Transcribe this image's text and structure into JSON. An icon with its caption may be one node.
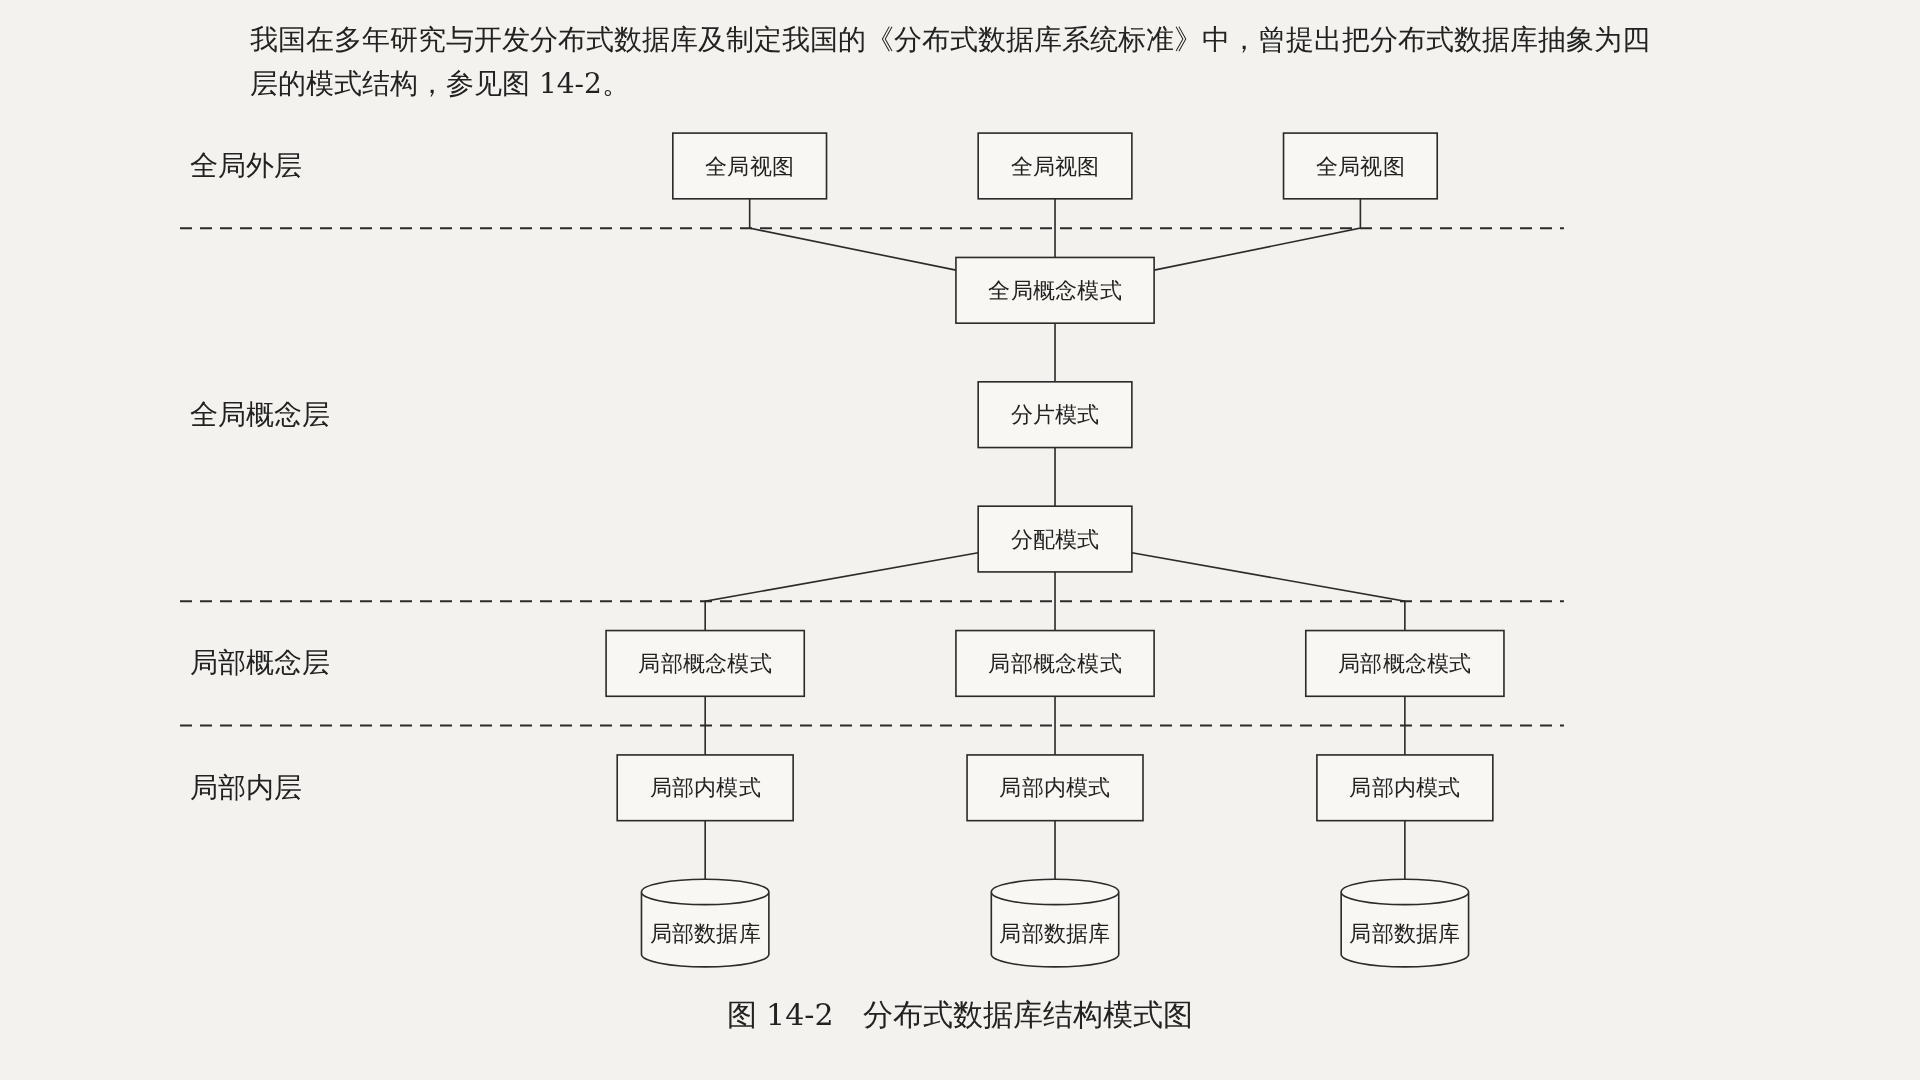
{
  "diagram": {
    "caption": "图 14-2　分布式数据库结构模式图",
    "nodes": [
      {
        "text": [
          "全局视图"
        ]
      },
      {
        "text": [
          "全局视图"
        ]
      },
      {
        "text": [
          "全局视图"
        ]
      },
      {
        "text": [
          "全局概念模式"
        ]
      },
      {
        "text": [
          "分片模式"
        ]
      },
      {
        "text": [
          "分配模式"
        ]
      },
      {
        "text": [
          "局部概念模式"
        ]
      },
      {
        "text": [
          "局部概念模式"
        ]
      },
      {
        "text": [
          "局部概念模式"
        ]
      },
      {
        "text": [
          "局部内模式"
        ]
      },
      {
        "text": [
          "局部内模式"
        ]
      },
      {
        "text": [
          "局部内模式"
        ]
      },
      {
        "text": [
          "局部数据库"
        ]
      },
      {
        "text": [
          "局部数据库"
        ]
      },
      {
        "text": [
          "局部数据库"
        ]
      }
    ],
    "edges": [
      {
        "from": 0,
        "to": 3,
        "arrow": "none"
      },
      {
        "from": 1,
        "to": 3,
        "arrow": "none"
      },
      {
        "from": 2,
        "to": 3,
        "arrow": "none"
      },
      {
        "from": 3,
        "to": 4,
        "arrow": "none"
      },
      {
        "from": 4,
        "to": 5,
        "arrow": "none"
      },
      {
        "from": 5,
        "to": 6,
        "arrow": "none"
      },
      {
        "from": 5,
        "to": 7,
        "arrow": "none"
      },
      {
        "from": 5,
        "to": 8,
        "arrow": "none"
      },
      {
        "from": 6,
        "to": 9,
        "arrow": "none"
      },
      {
        "from": 7,
        "to": 10,
        "arrow": "none"
      },
      {
        "from": 8,
        "to": 11,
        "arrow": "none"
      },
      {
        "from": 9,
        "to": 12,
        "arrow": "none"
      },
      {
        "from": 10,
        "to": 13,
        "arrow": "none"
      },
      {
        "from": 11,
        "to": 14,
        "arrow": "none"
      }
    ],
    "labels": [
      "我国在多年研究与开发分布式数据库及制定我国的《分布式数据库系统标准》中，曾提出把分布式数据库抽象为四层的模式结构，参见图 14-2。",
      "全局外层",
      "全局概念层",
      "局部概念层",
      "局部内层"
    ]
  }
}
